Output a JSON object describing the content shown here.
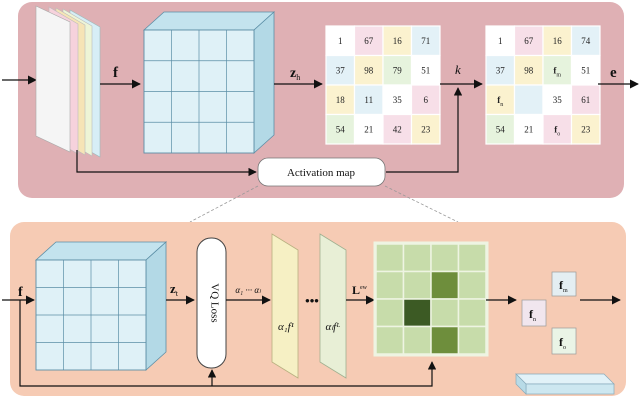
{
  "top_panel": {
    "feature_label": "f",
    "z_label": "z",
    "z_sub": "h",
    "k_label": "k",
    "e_label": "e",
    "activation_map_label": "Activation map",
    "grid_left": [
      [
        "1",
        "67",
        "16",
        "71"
      ],
      [
        "37",
        "98",
        "79",
        "51"
      ],
      [
        "18",
        "11",
        "35",
        "6"
      ],
      [
        "54",
        "21",
        "42",
        "23"
      ]
    ],
    "grid_right": [
      [
        "1",
        "67",
        "16",
        "74"
      ],
      [
        "37",
        "98",
        "f",
        "51"
      ],
      [
        "f",
        "",
        "35",
        "61"
      ],
      [
        "54",
        "21",
        "f",
        "23"
      ]
    ],
    "grid_right_subs": {
      "1_2": "m",
      "2_0": "n",
      "3_2": "o"
    }
  },
  "bottom_panel": {
    "feature_label": "f",
    "z_label": "z",
    "z_sub": "t",
    "vq_loss_label": "VQ Loss",
    "alpha_label": "α₁ ··· αₗ",
    "alpha_f_first": "α₁f¹",
    "ellipsis": "•••",
    "alpha_f_last": "αₗfᴸ",
    "L_label": "L",
    "L_sup": "ew",
    "f_boxes": [
      {
        "main": "f",
        "sub": "m"
      },
      {
        "main": "f",
        "sub": "n"
      },
      {
        "main": "f",
        "sub": "o"
      }
    ]
  },
  "colors": {
    "top_panel_bg": "#dfb0b4",
    "bottom_panel_bg": "#f6cbb4",
    "cube_fill": "#dff1f7",
    "cube_line": "#5b8ea6",
    "heatmap_light": "#c7dcaa",
    "heatmap_mid": "#6e8e3c",
    "heatmap_dark": "#3c5a24"
  }
}
